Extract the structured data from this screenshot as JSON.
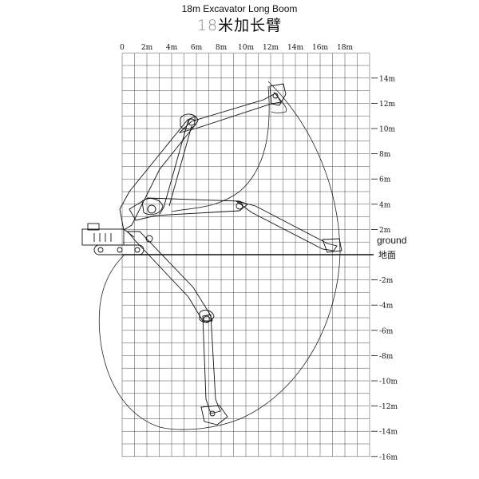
{
  "title_en": "18m Excavator Long Boom",
  "title_cn_number": "18",
  "title_cn_text": "米加长臂",
  "x_ticks": [
    "0",
    "2m",
    "4m",
    "6m",
    "8m",
    "10m",
    "12m",
    "14m",
    "16m",
    "18m"
  ],
  "y_ticks": [
    {
      "v": 14,
      "label": "14m"
    },
    {
      "v": 12,
      "label": "12m"
    },
    {
      "v": 10,
      "label": "10m"
    },
    {
      "v": 8,
      "label": "8m"
    },
    {
      "v": 6,
      "label": "6m"
    },
    {
      "v": 4,
      "label": "4m"
    },
    {
      "v": 2,
      "label": "2m"
    },
    {
      "v": -2,
      "label": "-2m"
    },
    {
      "v": -4,
      "label": "-4m"
    },
    {
      "v": -6,
      "label": "-6m"
    },
    {
      "v": -8,
      "label": "-8m"
    },
    {
      "v": -10,
      "label": "-10m"
    },
    {
      "v": -12,
      "label": "-12m"
    },
    {
      "v": -14,
      "label": "-14m"
    },
    {
      "v": -16,
      "label": "-16m"
    }
  ],
  "ground_label_en": "ground",
  "ground_label_cn": "地面",
  "colors": {
    "grid": "#333333",
    "line": "#111111",
    "background": "#ffffff"
  }
}
